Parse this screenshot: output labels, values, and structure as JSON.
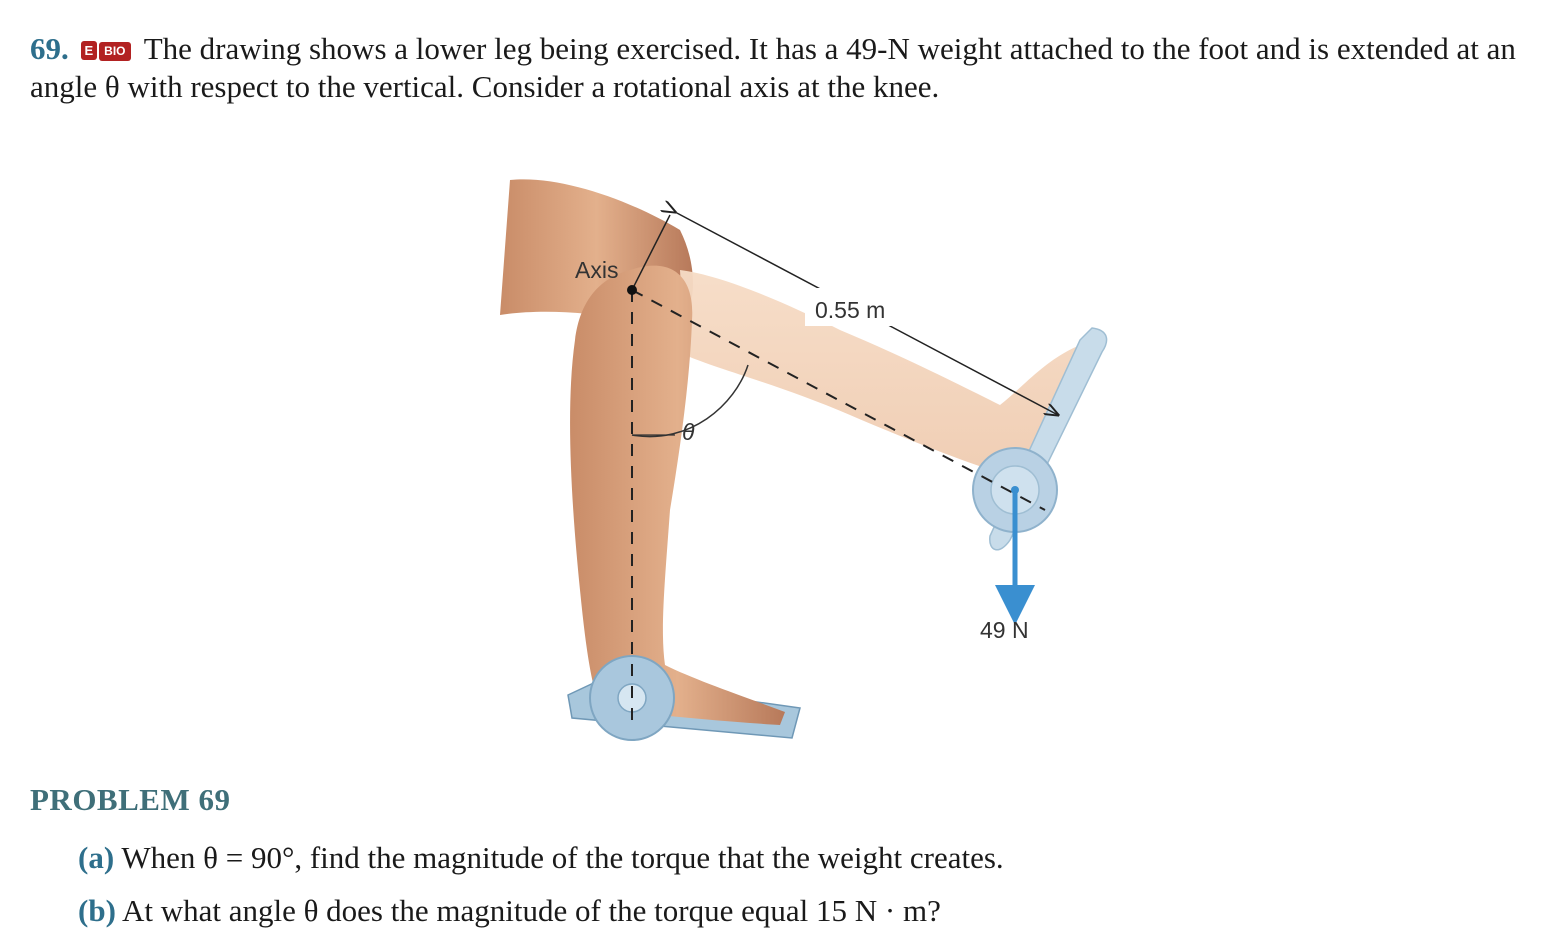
{
  "problem": {
    "number": "69.",
    "badges": [
      "E",
      "BIO"
    ],
    "text": "The drawing shows a lower leg being exercised. It has a 49-N weight attached to the foot and is extended at an angle θ with respect to the vertical. Consider a rotational axis at the knee."
  },
  "figure": {
    "axis_label": "Axis",
    "length_label": "0.55 m",
    "angle_label": "θ",
    "force_label": "49 N"
  },
  "parts": {
    "heading": "PROBLEM 69",
    "a": {
      "label": "(a)",
      "text": "When θ = 90°, find the magnitude of the torque that the weight creates."
    },
    "b": {
      "label": "(b)",
      "text": "At what angle θ does the magnitude of the torque equal 15 N · m?"
    }
  }
}
